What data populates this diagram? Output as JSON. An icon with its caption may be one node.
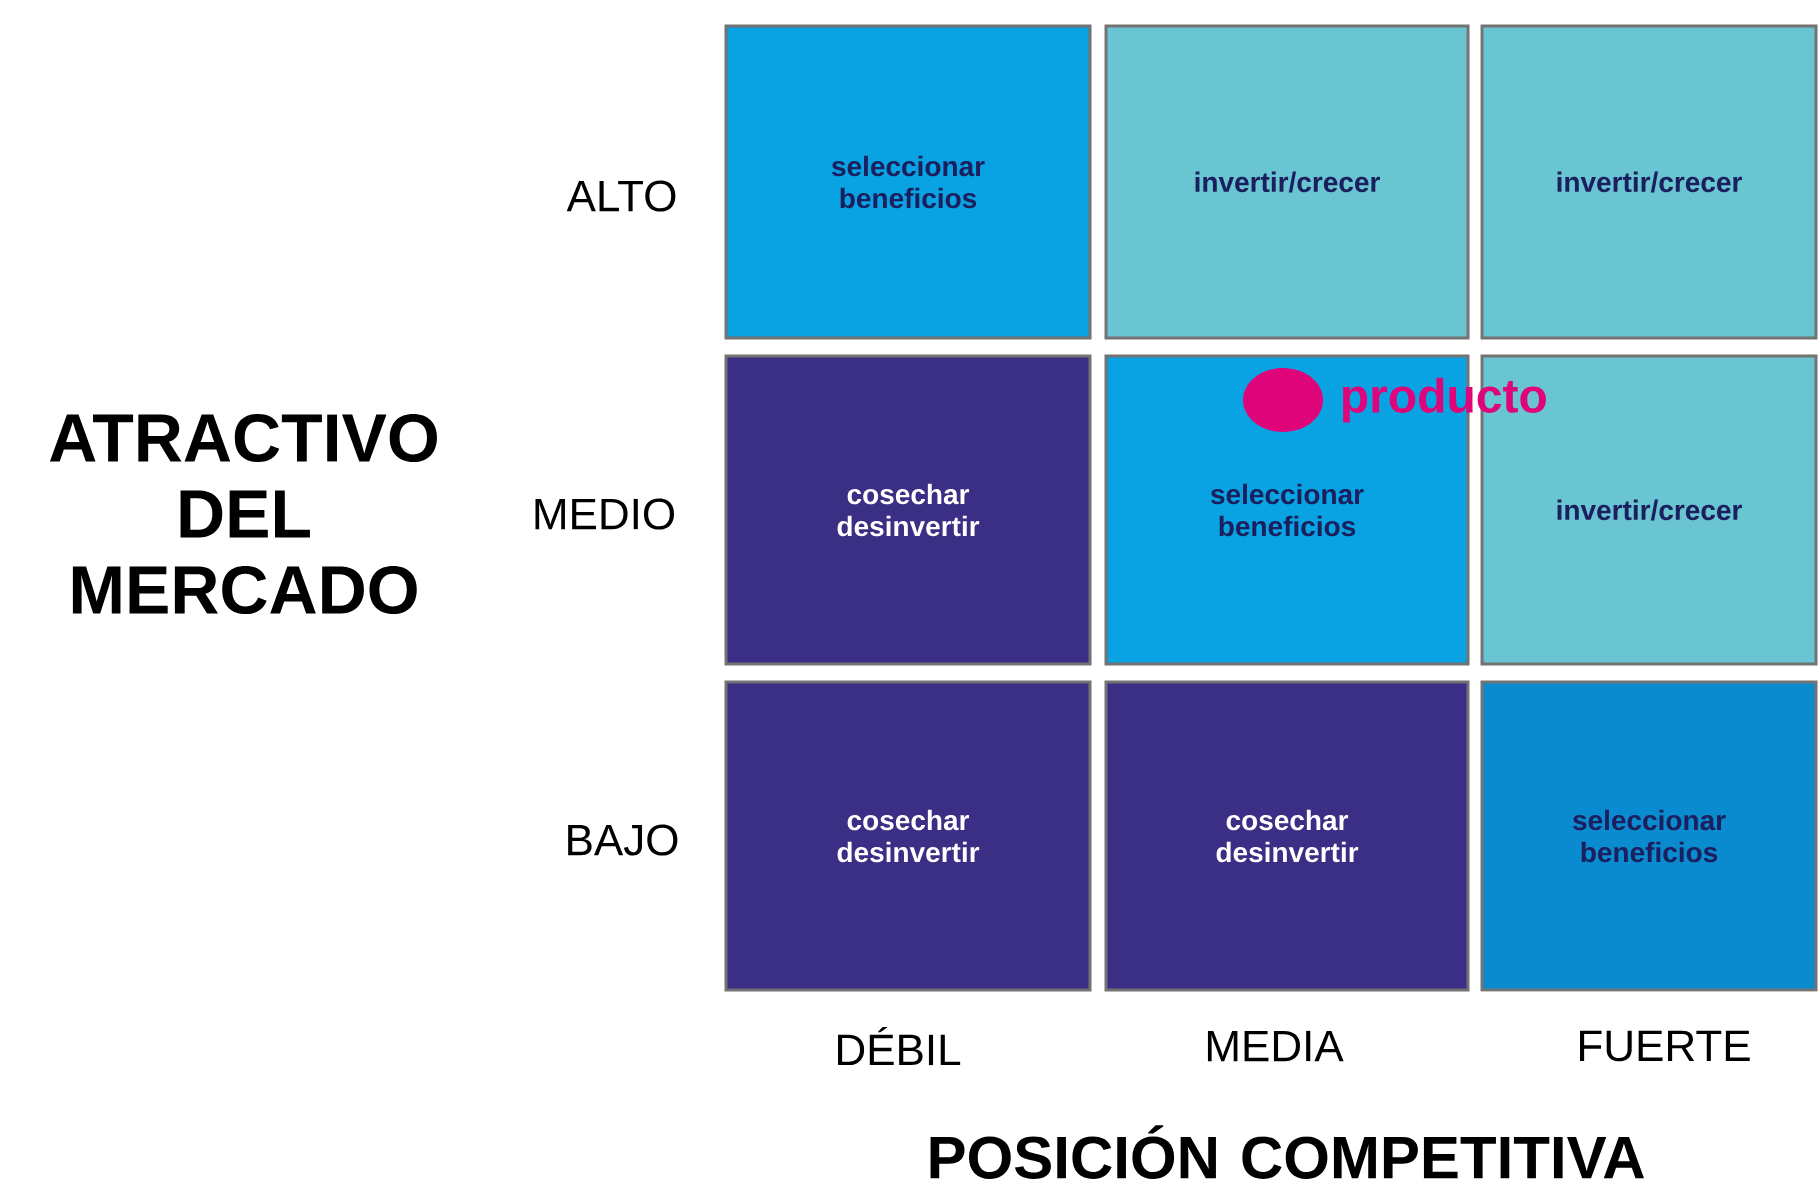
{
  "diagram": {
    "nodes": [
      {
        "text": [
          "seleccionar beneficios"
        ]
      },
      {
        "text": [
          "invertir/crecer"
        ]
      },
      {
        "text": [
          "invertir/crecer"
        ]
      },
      {
        "text": [
          "cosechar desinvertir"
        ]
      },
      {
        "text": [
          "seleccionar beneficios"
        ]
      },
      {
        "text": [
          "invertir/crecer"
        ]
      },
      {
        "text": [
          "cosechar desinvertir"
        ]
      },
      {
        "text": [
          "cosechar desinvertir"
        ]
      },
      {
        "text": [
          "seleccionar beneficios"
        ]
      },
      {
        "text": [],
        "shape": "circle",
        "beside": [
          "producto"
        ],
        "in": 4
      }
    ],
    "labels": [
      "ALTO",
      "ATRACTIVO DEL MERCADO",
      "MEDIO",
      "BAJO",
      "DÉBIL",
      "MEDIA",
      "FUERTE",
      "POSICIÓN COMPETITIVA"
    ]
  }
}
